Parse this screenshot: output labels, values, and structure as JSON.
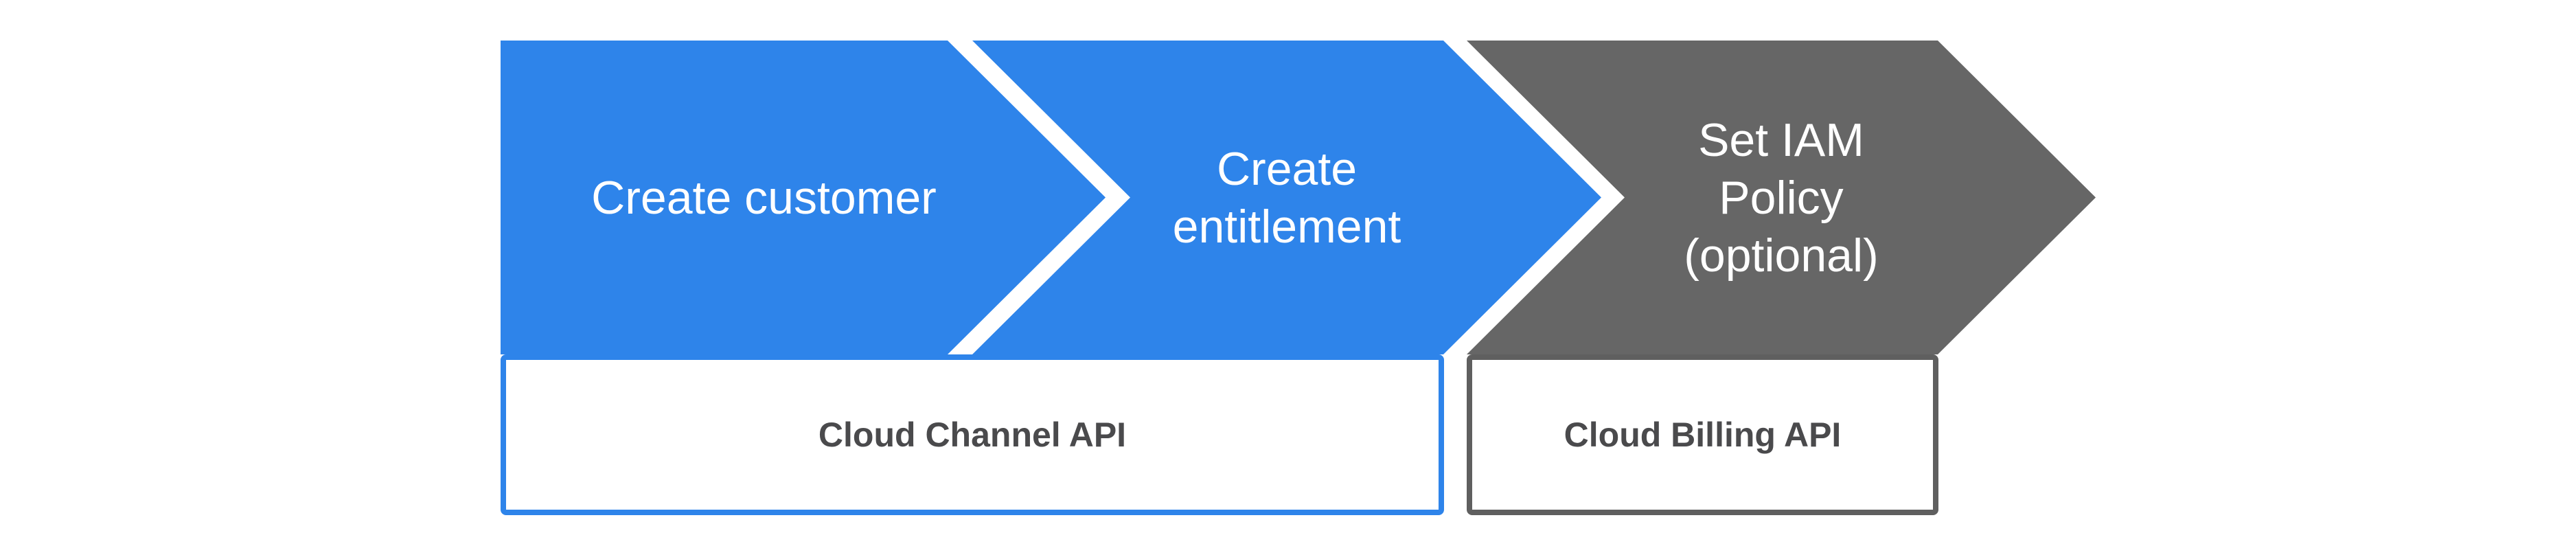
{
  "colors": {
    "background": "#FFFFFF",
    "primary_blue": "#2E84EA",
    "neutral_gray": "#666666",
    "channel_box_border": "#2E84EA",
    "billing_box_border": "#5F5F5F",
    "api_label_text": "#4A4A4C",
    "arrow_label_text": "#FFFFFF"
  },
  "flow": {
    "steps": [
      {
        "id": "create-customer",
        "label": "Create customer",
        "color": "#2E84EA"
      },
      {
        "id": "create-entitlement",
        "label": "Create\nentitlement",
        "color": "#2E84EA"
      },
      {
        "id": "set-iam-policy",
        "label": "Set IAM\nPolicy\n(optional)",
        "color": "#666666"
      }
    ],
    "api_groups": [
      {
        "id": "cloud-channel-api",
        "label": "Cloud Channel API",
        "border_color": "#2E84EA"
      },
      {
        "id": "cloud-billing-api",
        "label": "Cloud Billing API",
        "border_color": "#5F5F5F"
      }
    ]
  }
}
